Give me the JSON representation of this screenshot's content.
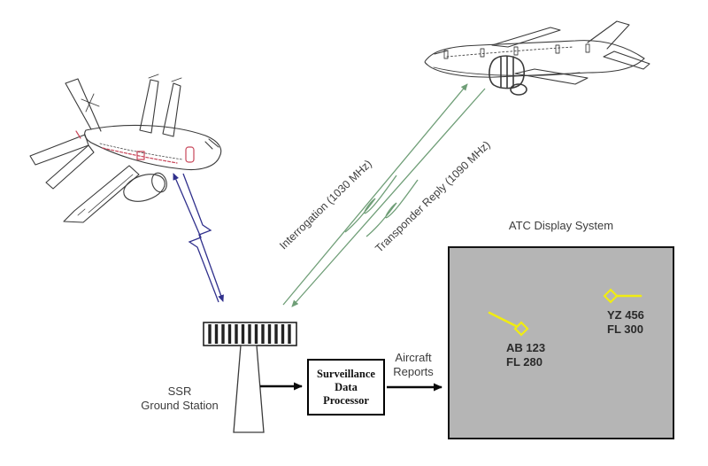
{
  "links": {
    "interrogation_label": "Interrogation (1030 MHz)",
    "reply_label": "Transponder Reply (1090 MHz)"
  },
  "ground_station": {
    "label_line1": "SSR",
    "label_line2": "Ground Station"
  },
  "processor": {
    "lines": [
      "Surveillance",
      "Data",
      "Processor"
    ]
  },
  "reports": {
    "line1": "Aircraft",
    "line2": "Reports"
  },
  "display": {
    "title": "ATC Display System",
    "tracks": [
      {
        "callsign": "AB 123",
        "flight_level": "FL 280"
      },
      {
        "callsign": "YZ 456",
        "flight_level": "FL 300"
      }
    ]
  },
  "icons": {
    "aircraft_left": "airliner-sketch-climbing",
    "aircraft_right": "airliner-sketch-level",
    "antenna": "ssr-antenna-array",
    "track_symbol": "radar-track-diamond-with-leader"
  },
  "colors": {
    "uplink_downlink_arrows": "#30308c",
    "interrogation_reply_arrows": "#6f9e77",
    "display_background": "#b5b5b5",
    "track_symbol_yellow": "#f0ec12",
    "sketch_accent_red": "#c8475a",
    "sketch_line": "#3a3a3a"
  }
}
